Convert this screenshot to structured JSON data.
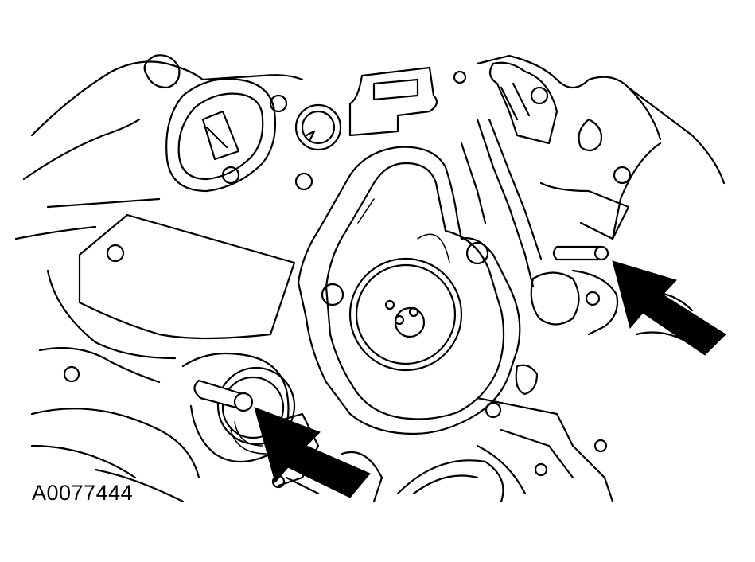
{
  "figure": {
    "id_label": "A0077444",
    "line_color": "#000000",
    "background_color": "#ffffff",
    "callouts": [
      {
        "name": "arrow-upper-right",
        "points_to": "dowel-pin-upper"
      },
      {
        "name": "arrow-lower-left",
        "points_to": "dowel-pin-lower"
      }
    ]
  }
}
